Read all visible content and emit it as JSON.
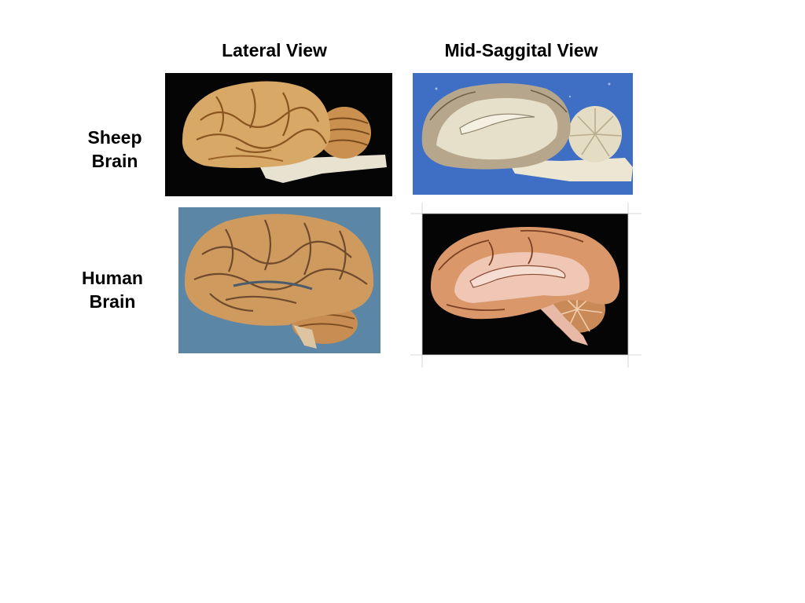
{
  "columns": {
    "lateral": "Lateral View",
    "mid_sagittal": "Mid-Saggital View"
  },
  "rows": {
    "sheep_line1": "Sheep",
    "sheep_line2": "Brain",
    "human_line1": "Human",
    "human_line2": "Brain"
  },
  "colors": {
    "sheep_lateral_bg": "#050505",
    "sheep_mid_bg": "#3f6fc4",
    "human_lateral_bg": "#5b86a6",
    "human_mid_bg": "#050505",
    "sheep_tissue": "#d8a866",
    "human_tissue": "#cf9a5e",
    "white_matter": "#ece6d2"
  }
}
